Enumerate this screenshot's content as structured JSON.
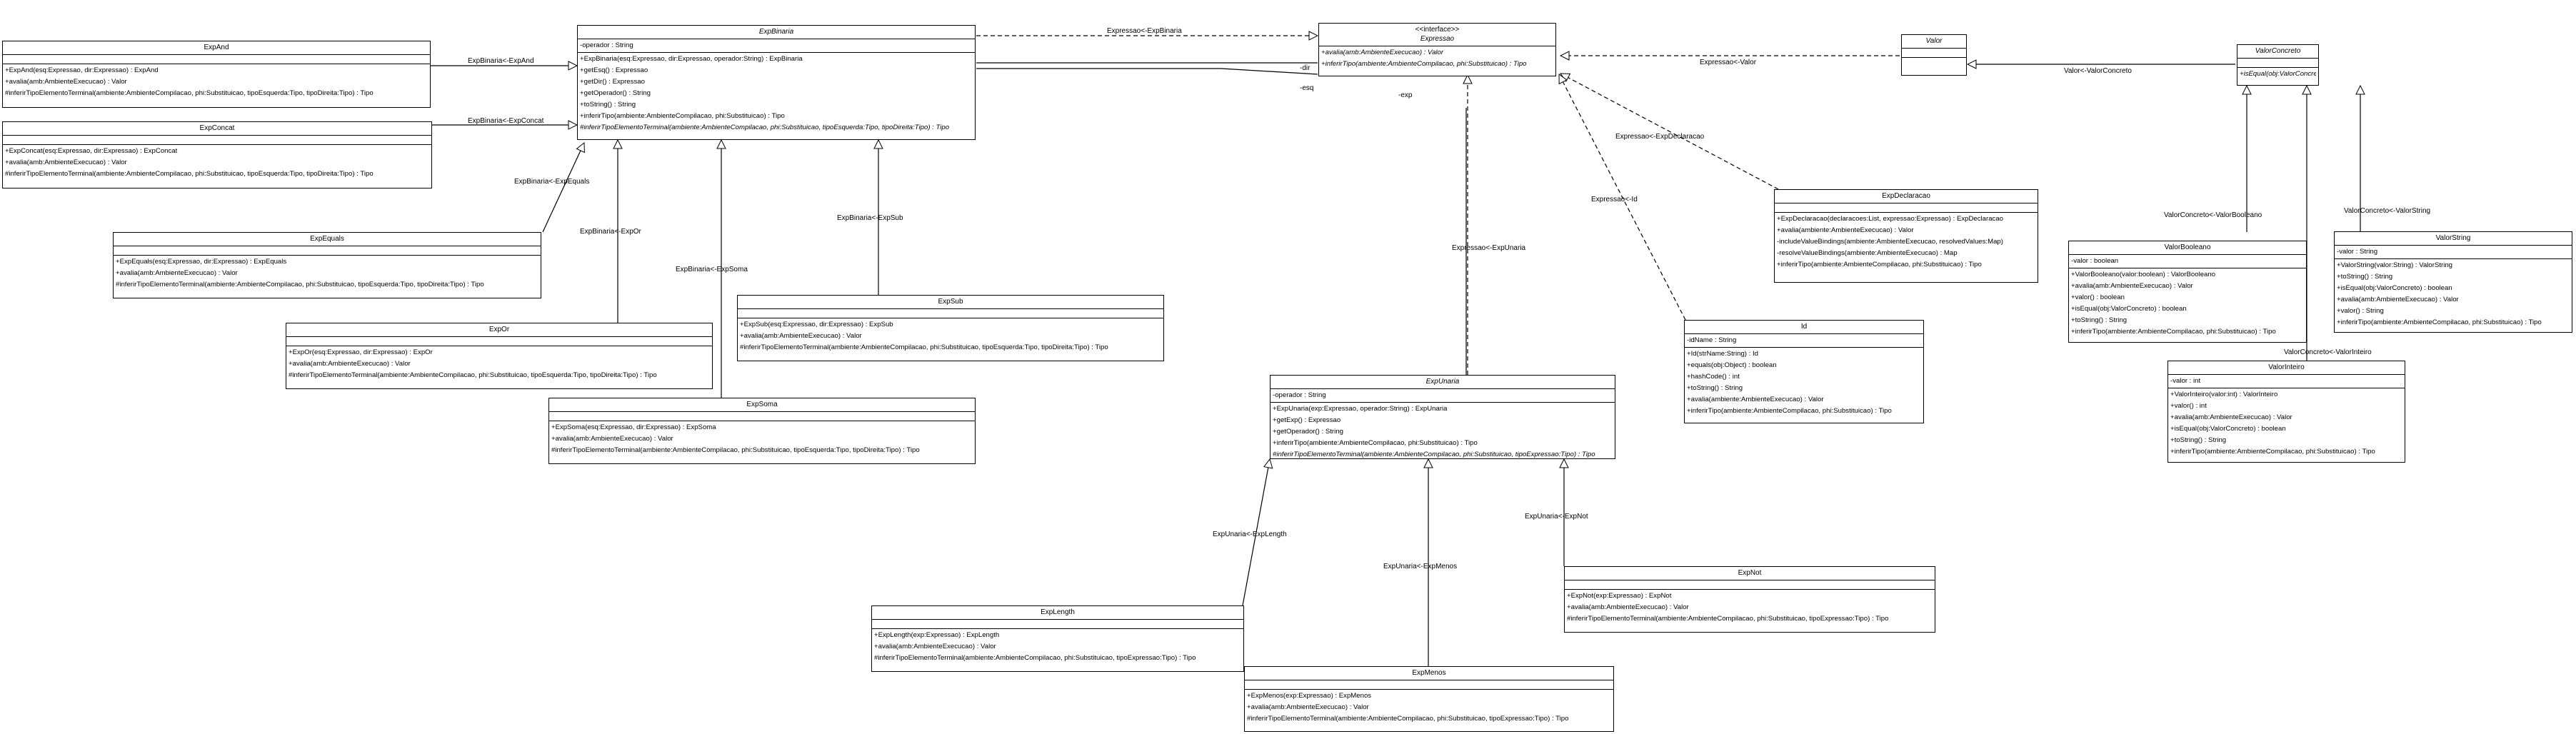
{
  "classes": {
    "expressao": {
      "stereotype": "<<interface>>",
      "name": "Expressao",
      "attributes": [],
      "operations": [
        "+avalia(amb:AmbienteExecucao) : Valor",
        "+inferirTipo(ambiente:AmbienteCompilacao, phi:Substituicao) : Tipo"
      ]
    },
    "valor": {
      "name": "Valor",
      "attributes": [],
      "operations": []
    },
    "valorConcreto": {
      "name": "ValorConcreto",
      "attributes": [],
      "operations": [
        "+isEqual(obj:ValorConcreto) : boolean"
      ]
    },
    "expBinaria": {
      "name": "ExpBinaria",
      "attributes": [
        "-operador : String"
      ],
      "operations": [
        "+ExpBinaria(esq:Expressao, dir:Expressao, operador:String) : ExpBinaria",
        "+getEsq() : Expressao",
        "+getDir() : Expressao",
        "+getOperador() : String",
        "+toString() : String",
        "+inferirTipo(ambiente:AmbienteCompilacao, phi:Substituicao) : Tipo",
        "#inferirTipoElementoTerminal(ambiente:AmbienteCompilacao, phi:Substituicao, tipoEsquerda:Tipo, tipoDireita:Tipo) : Tipo"
      ]
    },
    "expAnd": {
      "name": "ExpAnd",
      "attributes": [],
      "operations": [
        "+ExpAnd(esq:Expressao, dir:Expressao) : ExpAnd",
        "+avalia(amb:AmbienteExecucao) : Valor",
        "#inferirTipoElementoTerminal(ambiente:AmbienteCompilacao, phi:Substituicao, tipoEsquerda:Tipo, tipoDireita:Tipo) : Tipo"
      ]
    },
    "expConcat": {
      "name": "ExpConcat",
      "attributes": [],
      "operations": [
        "+ExpConcat(esq:Expressao, dir:Expressao) : ExpConcat",
        "+avalia(amb:AmbienteExecucao) : Valor",
        "#inferirTipoElementoTerminal(ambiente:AmbienteCompilacao, phi:Substituicao, tipoEsquerda:Tipo, tipoDireita:Tipo) : Tipo"
      ]
    },
    "expEquals": {
      "name": "ExpEquals",
      "attributes": [],
      "operations": [
        "+ExpEquals(esq:Expressao, dir:Expressao) : ExpEquals",
        "+avalia(amb:AmbienteExecucao) : Valor",
        "#inferirTipoElementoTerminal(ambiente:AmbienteCompilacao, phi:Substituicao, tipoEsquerda:Tipo, tipoDireita:Tipo) : Tipo"
      ]
    },
    "expOr": {
      "name": "ExpOr",
      "attributes": [],
      "operations": [
        "+ExpOr(esq:Expressao, dir:Expressao) : ExpOr",
        "+avalia(amb:AmbienteExecucao) : Valor",
        "#inferirTipoElementoTerminal(ambiente:AmbienteCompilacao, phi:Substituicao, tipoEsquerda:Tipo, tipoDireita:Tipo) : Tipo"
      ]
    },
    "expSub": {
      "name": "ExpSub",
      "attributes": [],
      "operations": [
        "+ExpSub(esq:Expressao, dir:Expressao) : ExpSub",
        "+avalia(amb:AmbienteExecucao) : Valor",
        "#inferirTipoElementoTerminal(ambiente:AmbienteCompilacao, phi:Substituicao, tipoEsquerda:Tipo, tipoDireita:Tipo) : Tipo"
      ]
    },
    "expSoma": {
      "name": "ExpSoma",
      "attributes": [],
      "operations": [
        "+ExpSoma(esq:Expressao, dir:Expressao) : ExpSoma",
        "+avalia(amb:AmbienteExecucao) : Valor",
        "#inferirTipoElementoTerminal(ambiente:AmbienteCompilacao, phi:Substituicao, tipoEsquerda:Tipo, tipoDireita:Tipo) : Tipo"
      ]
    },
    "expDeclaracao": {
      "name": "ExpDeclaracao",
      "attributes": [],
      "operations": [
        "+ExpDeclaracao(declaracoes:List, expressao:Expressao) : ExpDeclaracao",
        "+avalia(ambiente:AmbienteExecucao) : Valor",
        "-includeValueBindings(ambiente:AmbienteExecucao, resolvedValues:Map)",
        "-resolveValueBindings(ambiente:AmbienteExecucao) : Map",
        "+inferirTipo(ambiente:AmbienteCompilacao, phi:Substituicao) : Tipo"
      ]
    },
    "id": {
      "name": "Id",
      "attributes": [
        "-idName : String"
      ],
      "operations": [
        "+Id(strName:String) : Id",
        "+equals(obj:Object) : boolean",
        "+hashCode() : int",
        "+toString() : String",
        "+avalia(ambiente:AmbienteExecucao) : Valor",
        "+inferirTipo(ambiente:AmbienteCompilacao, phi:Substituicao) : Tipo"
      ]
    },
    "expUnaria": {
      "name": "ExpUnaria",
      "attributes": [
        "-operador : String"
      ],
      "operations": [
        "+ExpUnaria(exp:Expressao, operador:String) : ExpUnaria",
        "+getExp() : Expressao",
        "+getOperador() : String",
        "+inferirTipo(ambiente:AmbienteCompilacao, phi:Substituicao) : Tipo",
        "#inferirTipoElementoTerminal(ambiente:AmbienteCompilacao, phi:Substituicao, tipoExpressao:Tipo) : Tipo"
      ]
    },
    "expLength": {
      "name": "ExpLength",
      "attributes": [],
      "operations": [
        "+ExpLength(exp:Expressao) : ExpLength",
        "+avalia(amb:AmbienteExecucao) : Valor",
        "#inferirTipoElementoTerminal(ambiente:AmbienteCompilacao, phi:Substituicao, tipoExpressao:Tipo) : Tipo"
      ]
    },
    "expMenos": {
      "name": "ExpMenos",
      "attributes": [],
      "operations": [
        "+ExpMenos(exp:Expressao) : ExpMenos",
        "+avalia(amb:AmbienteExecucao) : Valor",
        "#inferirTipoElementoTerminal(ambiente:AmbienteCompilacao, phi:Substituicao, tipoExpressao:Tipo) : Tipo"
      ]
    },
    "expNot": {
      "name": "ExpNot",
      "attributes": [],
      "operations": [
        "+ExpNot(exp:Expressao) : ExpNot",
        "+avalia(amb:AmbienteExecucao) : Valor",
        "#inferirTipoElementoTerminal(ambiente:AmbienteCompilacao, phi:Substituicao, tipoExpressao:Tipo) : Tipo"
      ]
    },
    "valorBooleano": {
      "name": "ValorBooleano",
      "attributes": [
        "-valor : boolean"
      ],
      "operations": [
        "+ValorBooleano(valor:boolean) : ValorBooleano",
        "+avalia(amb:AmbienteExecucao) : Valor",
        "+valor() : boolean",
        "+isEqual(obj:ValorConcreto) : boolean",
        "+toString() : String",
        "+inferirTipo(ambiente:AmbienteCompilacao, phi:Substituicao) : Tipo"
      ]
    },
    "valorString": {
      "name": "ValorString",
      "attributes": [
        "-valor : String"
      ],
      "operations": [
        "+ValorString(valor:String) : ValorString",
        "+toString() : String",
        "+isEqual(obj:ValorConcreto) : boolean",
        "+avalia(amb:AmbienteExecucao) : Valor",
        "+valor() : String",
        "+inferirTipo(ambiente:AmbienteCompilacao, phi:Substituicao) : Tipo"
      ]
    },
    "valorInteiro": {
      "name": "ValorInteiro",
      "attributes": [
        "-valor : int"
      ],
      "operations": [
        "+ValorInteiro(valor:int) : ValorInteiro",
        "+valor() : int",
        "+avalia(amb:AmbienteExecucao) : Valor",
        "+isEqual(obj:ValorConcreto) : boolean",
        "+toString() : String",
        "+inferirTipo(ambiente:AmbienteCompilacao, phi:Substituicao) : Tipo"
      ]
    }
  },
  "connectors": {
    "expressaoExpBinaria": "Expressao<-ExpBinaria",
    "expBinariaExpAnd": "ExpBinaria<-ExpAnd",
    "expBinariaExpConcat": "ExpBinaria<-ExpConcat",
    "expBinariaExpEquals": "ExpBinaria<-ExpEquals",
    "expBinariaExpOr": "ExpBinaria<-ExpOr",
    "expBinariaExpSoma": "ExpBinaria<-ExpSoma",
    "expBinariaExpSub": "ExpBinaria<-ExpSub",
    "expressaoValor": "Expressao<-Valor",
    "valorValorConcreto": "Valor<-ValorConcreto",
    "expressaoExpDeclaracao": "Expressao<-ExpDeclaracao",
    "expressaoId": "Expressao<-Id",
    "expressaoExpUnaria": "Expressao<-ExpUnaria",
    "expUnariaExpLength": "ExpUnaria<-ExpLength",
    "expUnariaExpMenos": "ExpUnaria<-ExpMenos",
    "expUnariaExpNot": "ExpUnaria<-ExpNot",
    "valorConcretoValorBooleano": "ValorConcreto<-ValorBooleano",
    "valorConcretoValorString": "ValorConcreto<-ValorString",
    "valorConcretoValorInteiro": "ValorConcreto<-ValorInteiro",
    "roleDir": "-dir",
    "roleEsq": "-esq",
    "roleExp": "-exp"
  }
}
